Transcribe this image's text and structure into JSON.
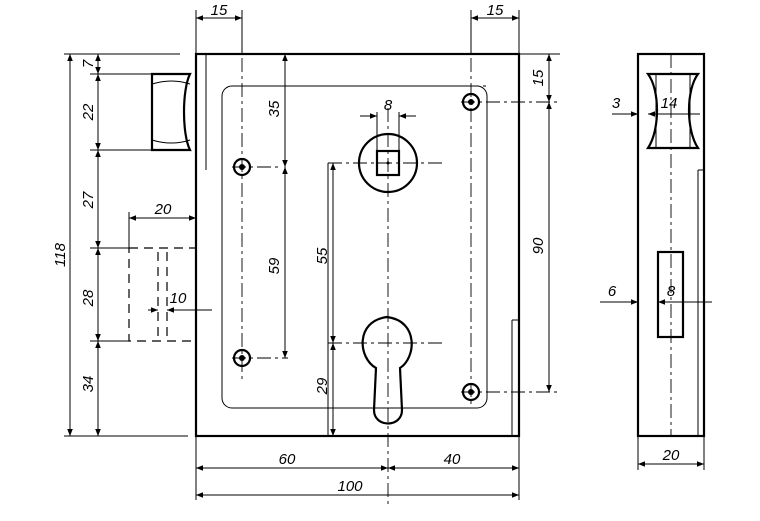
{
  "front_view": {
    "dims": {
      "top_left_15": "15",
      "top_right_15": "15",
      "left_7": "7",
      "left_22": "22",
      "left_27": "27",
      "overall_118": "118",
      "left_28": "28",
      "left_34": "34",
      "width_20": "20",
      "width_10": "10",
      "vert_35": "35",
      "vert_59": "59",
      "keyhole_8": "8",
      "vert_55": "55",
      "vert_29": "29",
      "right_15": "15",
      "right_90": "90",
      "bottom_60": "60",
      "bottom_40": "40",
      "bottom_100": "100"
    }
  },
  "side_view": {
    "dims": {
      "d3": "3",
      "d14": "14",
      "d6": "6",
      "d8": "8",
      "d20": "20"
    }
  }
}
